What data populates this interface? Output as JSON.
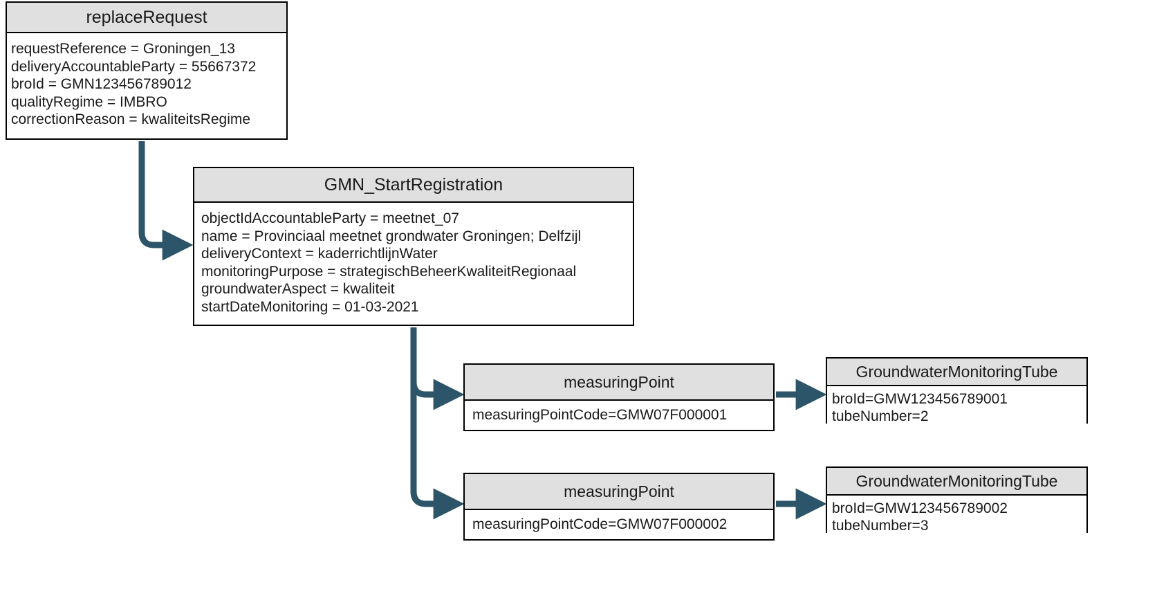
{
  "diagram": {
    "title": "GMN replaceRequest object diagram",
    "accent_color": "#2d5569",
    "box_header_fill": "#e0e0e0",
    "box_border_color": "#000000",
    "boxes": [
      {
        "id": "replaceRequest",
        "header": "replaceRequest",
        "attributes": [
          "requestReference = Groningen_13",
          "deliveryAccountableParty = 55667372",
          "broId = GMN123456789012",
          "qualityRegime = IMBRO",
          "correctionReason = kwaliteitsRegime"
        ]
      },
      {
        "id": "GMN_StartRegistration",
        "header": "GMN_StartRegistration",
        "attributes": [
          "objectIdAccountableParty = meetnet_07",
          "name = Provinciaal meetnet grondwater Groningen; Delfzijl",
          "deliveryContext = kaderrichtlijnWater",
          "monitoringPurpose = strategischBeheerKwaliteitRegionaal",
          "groundwaterAspect = kwaliteit",
          "startDateMonitoring = 01-03-2021"
        ]
      },
      {
        "id": "measuringPoint1",
        "header": "measuringPoint",
        "attributes": [
          "measuringPointCode=GMW07F000001"
        ]
      },
      {
        "id": "measuringPoint2",
        "header": "measuringPoint",
        "attributes": [
          "measuringPointCode=GMW07F000002"
        ]
      },
      {
        "id": "groundwaterMonitoringTube1",
        "header": "GroundwaterMonitoringTube",
        "attributes": [
          "broId=GMW123456789001",
          "tubeNumber=2"
        ]
      },
      {
        "id": "groundwaterMonitoringTube2",
        "header": "GroundwaterMonitoringTube",
        "attributes": [
          "broId=GMW123456789002",
          "tubeNumber=3"
        ]
      }
    ],
    "connectors": [
      {
        "id": "replaceRequest-to-startRegistration",
        "from": "replaceRequest",
        "to": "GMN_StartRegistration"
      },
      {
        "id": "startRegistration-to-measuringPoint1",
        "from": "GMN_StartRegistration",
        "to": "measuringPoint1"
      },
      {
        "id": "startRegistration-to-measuringPoint2",
        "from": "GMN_StartRegistration",
        "to": "measuringPoint2"
      },
      {
        "id": "measuringPoint1-to-tube1",
        "from": "measuringPoint1",
        "to": "groundwaterMonitoringTube1"
      },
      {
        "id": "measuringPoint2-to-tube2",
        "from": "measuringPoint2",
        "to": "groundwaterMonitoringTube2"
      }
    ]
  }
}
